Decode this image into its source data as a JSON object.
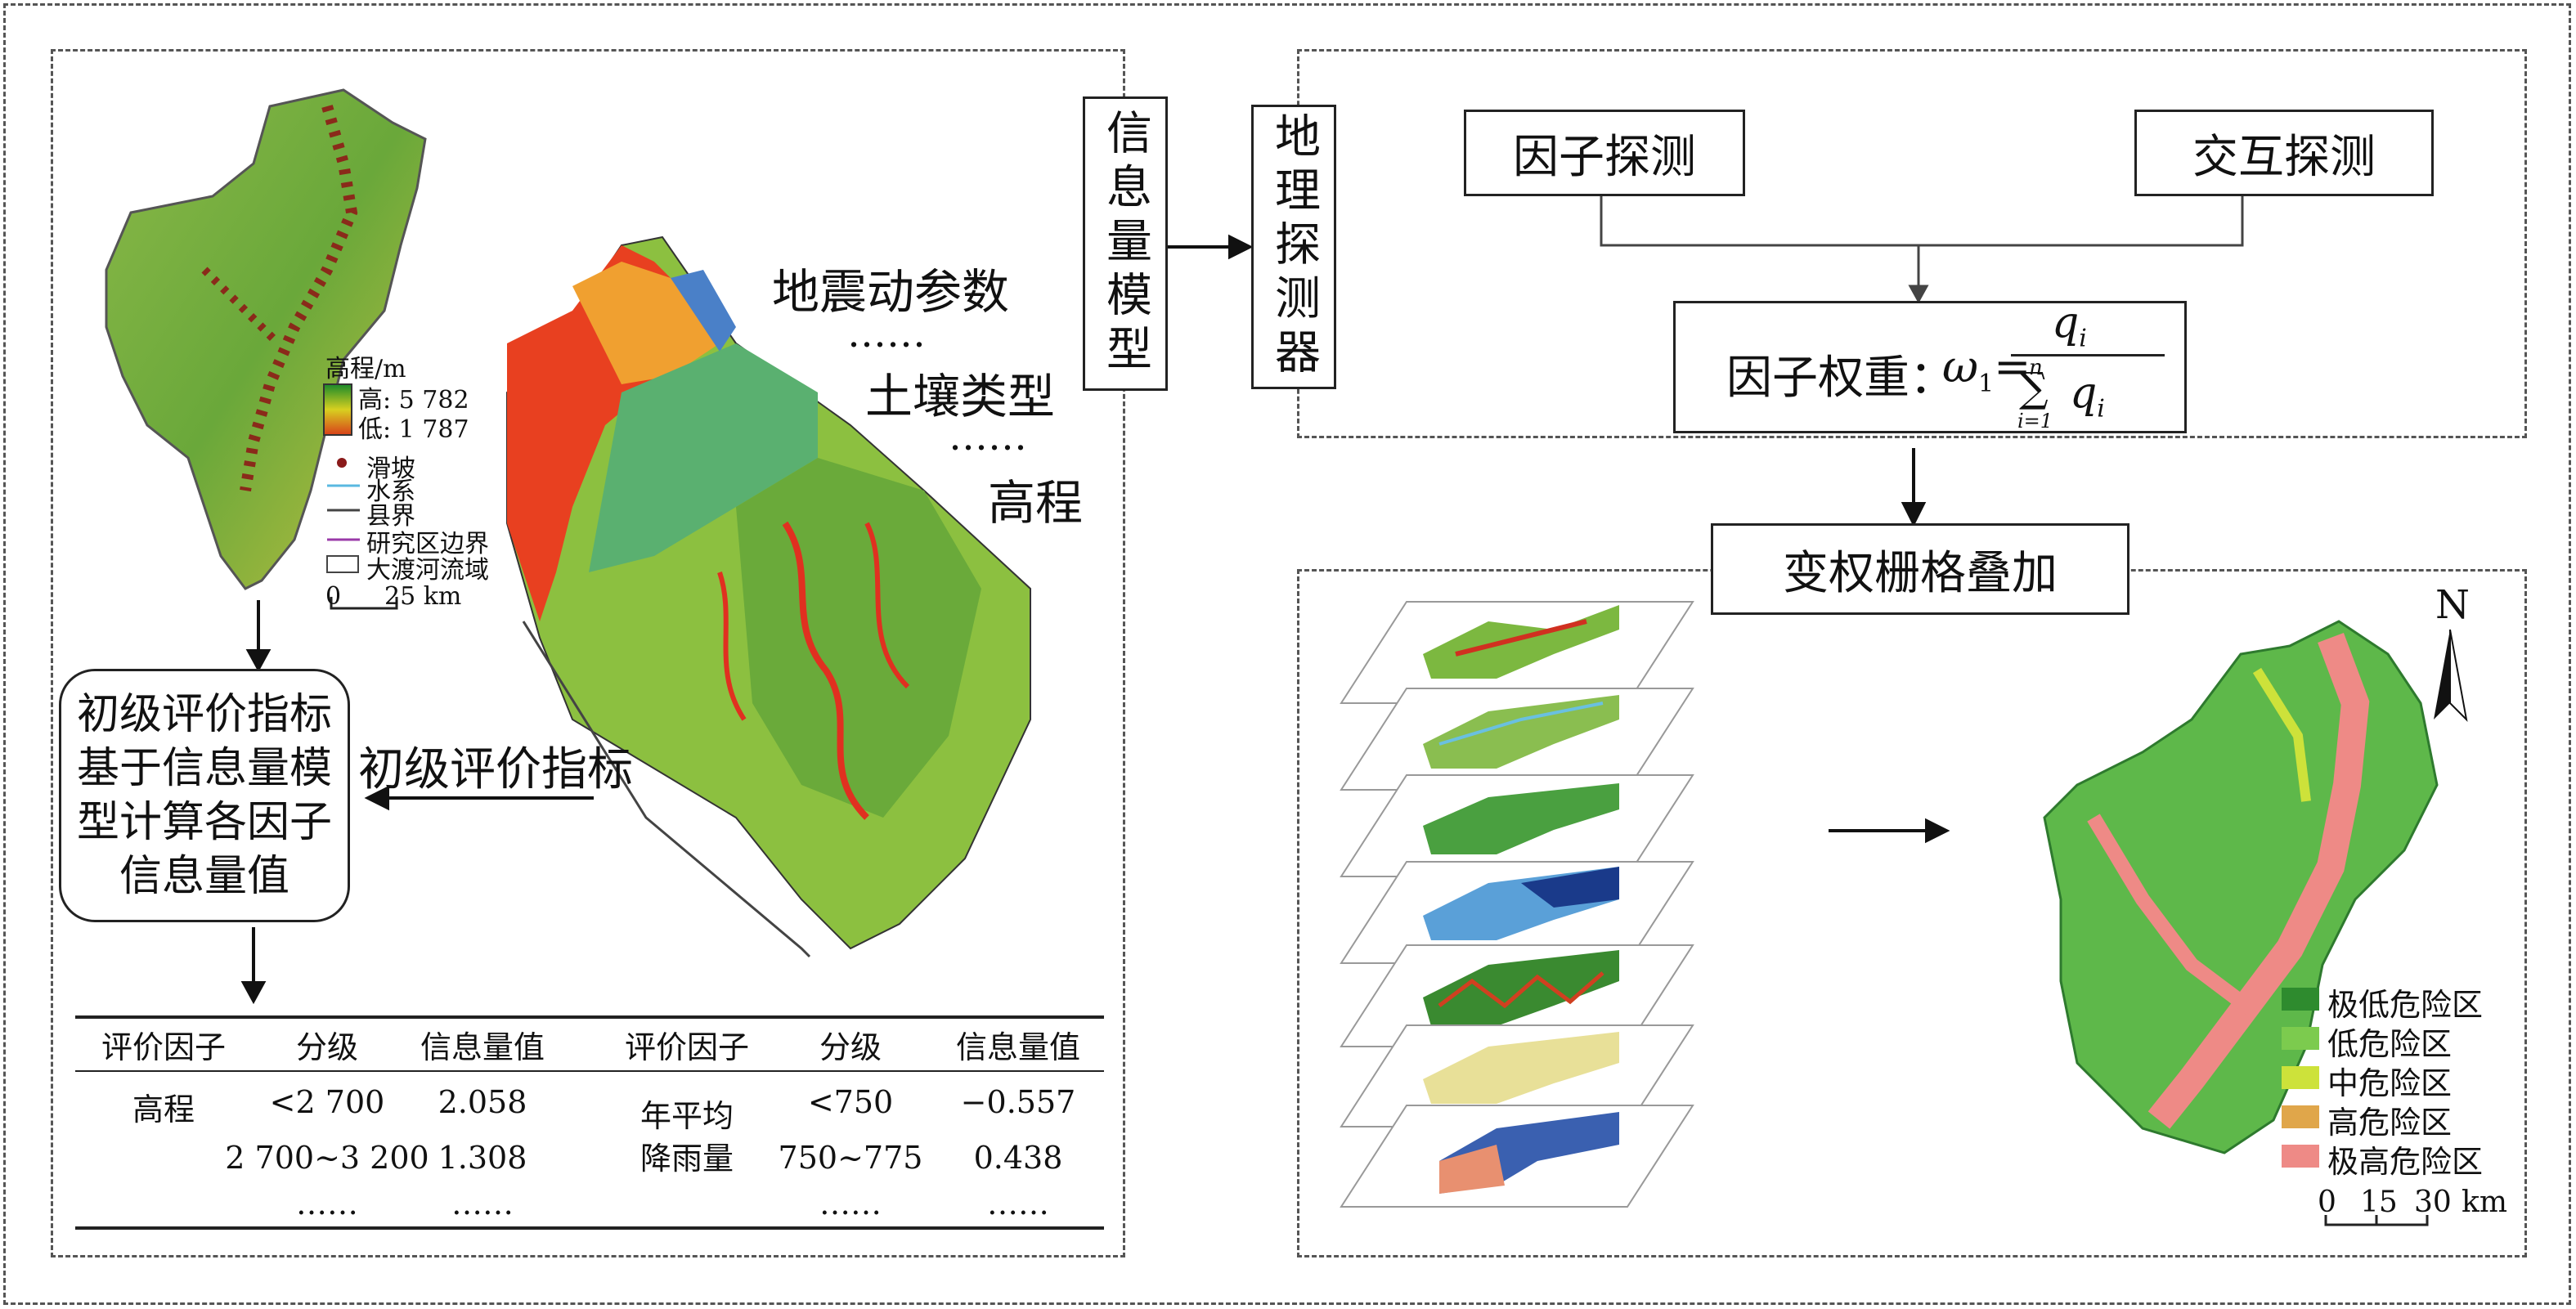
{
  "left_panel": {
    "map_legend": {
      "elevation_title": "高程/m",
      "high_label": "高: 5 782",
      "low_label": "低: 1 787",
      "items": [
        "滑坡",
        "水系",
        "县界",
        "研究区边界",
        "大渡河流域"
      ],
      "scale_zero": "0",
      "scale_value": "25 km"
    },
    "factor_labels": [
      "地震动参数",
      "……",
      "土壤类型",
      "……",
      "高程"
    ],
    "arrow_label": "初级评价指标",
    "rounded_box_lines": [
      "初级评价指标",
      "基于信息量模",
      "型计算各因子",
      "信息量值"
    ],
    "table": {
      "headers": [
        "评价因子",
        "分级",
        "信息量值",
        "评价因子",
        "分级",
        "信息量值"
      ],
      "rows": [
        [
          "高程",
          "<2 700",
          "2.058",
          "年平均",
          "<750",
          "−0.557"
        ],
        [
          "",
          "2 700~3 200",
          "1.308",
          "降雨量",
          "750~775",
          "0.438"
        ],
        [
          "",
          "……",
          "……",
          "",
          "……",
          "……"
        ]
      ]
    }
  },
  "middle": {
    "info_model_box": "信息量模型",
    "geo_detector_box": "地理探测器"
  },
  "right_top": {
    "factor_detection": "因子探测",
    "interaction_detection": "交互探测",
    "weight_prefix": "因子权重：",
    "weight_formula": {
      "lhs": "ω",
      "lhs_sub": "1",
      "eq": "=",
      "numerator": "q",
      "numerator_sub": "i",
      "sum_top": "n",
      "sum_symbol": "∑",
      "sum_bottom": "i=1",
      "denominator": "q",
      "denominator_sub": "i"
    }
  },
  "right_bottom": {
    "overlay_box": "变权栅格叠加",
    "north_label": "N",
    "risk_legend": [
      {
        "label": "极低危险区",
        "color": "#2e8b2e"
      },
      {
        "label": "低危险区",
        "color": "#7ccb4e"
      },
      {
        "label": "中危险区",
        "color": "#cde23a"
      },
      {
        "label": "高危险区",
        "color": "#e0a64a"
      },
      {
        "label": "极高危险区",
        "color": "#ee8a86"
      }
    ],
    "scale_ticks": [
      "0",
      "15",
      "30"
    ],
    "scale_unit": "km"
  },
  "colors": {
    "dashed_border": "#555555",
    "line": "#222222"
  }
}
